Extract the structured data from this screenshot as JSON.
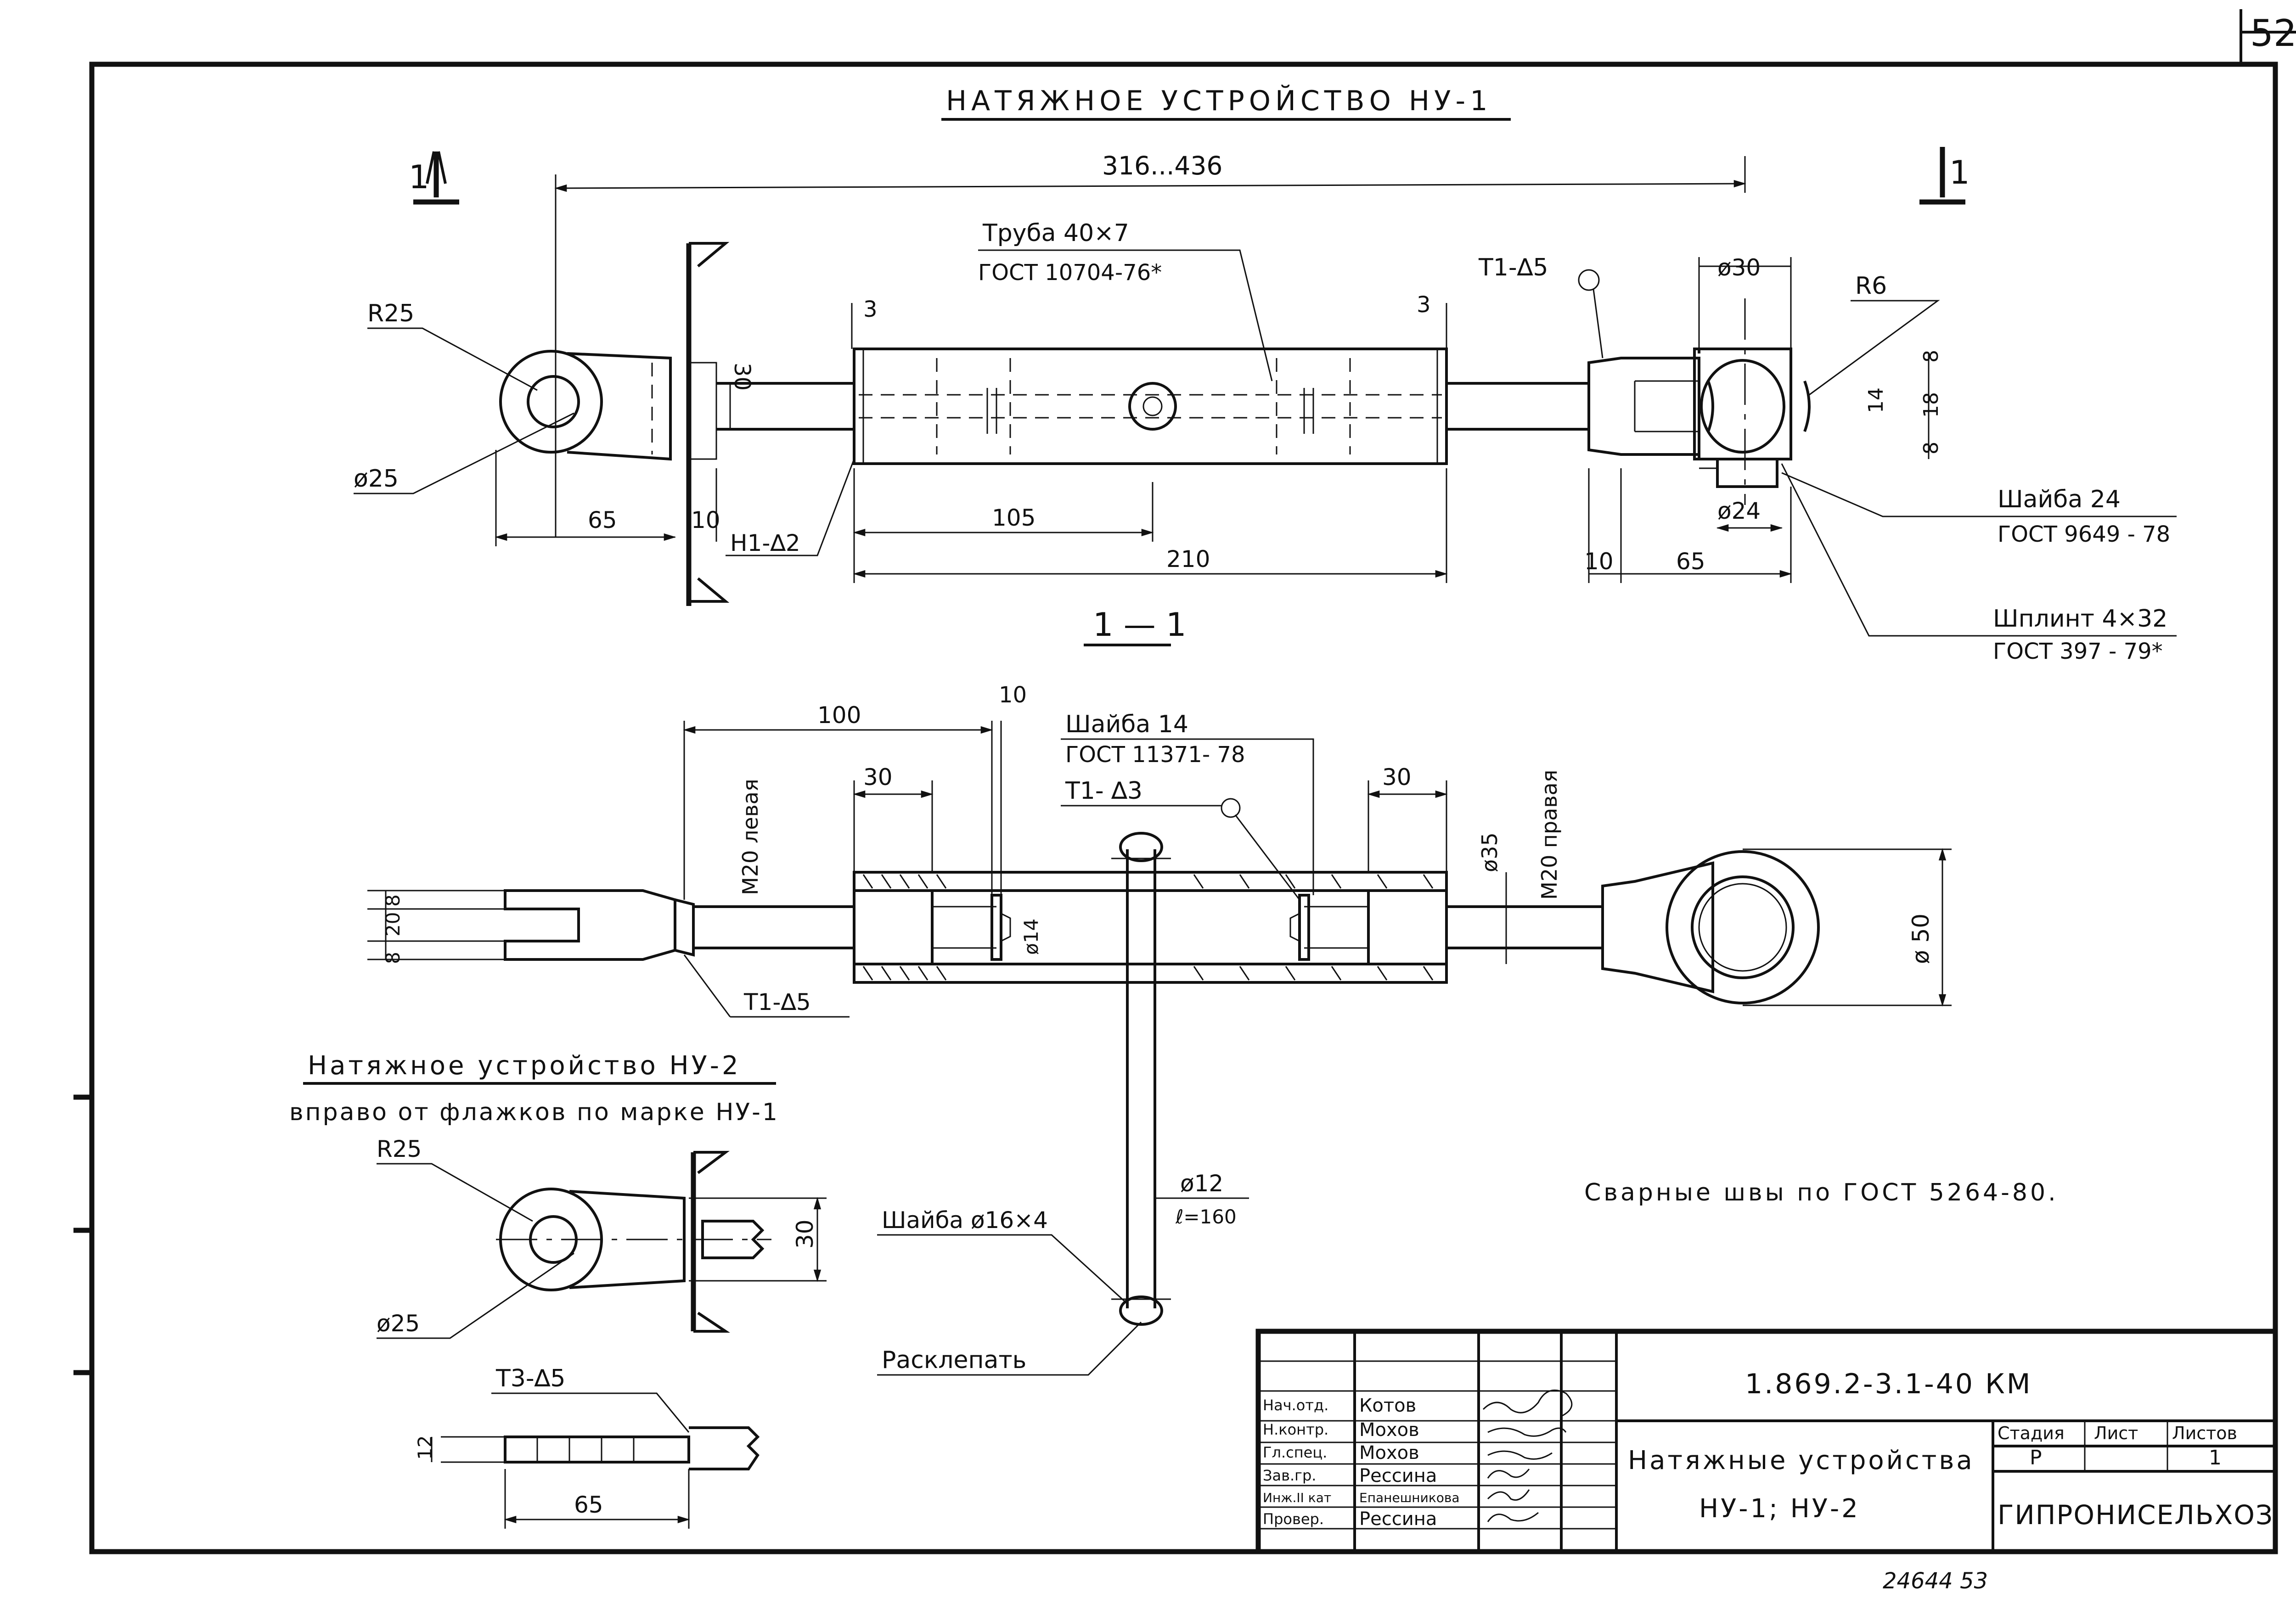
{
  "sheet": {
    "number": "52",
    "title_nu1": "НАТЯЖНОЕ УСТРОЙСТВО НУ-1",
    "section_mark": "1",
    "section_title": "1 — 1",
    "title_nu2": "Натяжное устройство НУ-2",
    "nu2_note": "вправо от флажков по марке НУ-1",
    "welds_note": "Сварные швы по ГОСТ 5264-80.",
    "bottom_stamp": "24644   53"
  },
  "dims": {
    "total": "316...436",
    "r25": "R25",
    "d25": "ø25",
    "d65": "65",
    "d10": "10",
    "d30": "30",
    "d3": "3",
    "d105": "105",
    "d210": "210",
    "d_phi30": "ø30",
    "r6": "R6",
    "d8": "8",
    "d18": "18",
    "d14": "14",
    "d_phi24": "ø24",
    "d100": "100",
    "d20": "20",
    "m20_left": "M20 левая",
    "m20_right": "M20 правая",
    "d_phi35": "ø35",
    "d_phi14": "ø14",
    "d_phi50": "ø 50",
    "d_phi12": "ø12",
    "l160": "ℓ=160",
    "d12": "12"
  },
  "callouts": {
    "pipe": "Труба 40×7",
    "pipe_gost": "ГОСТ 10704-76*",
    "weld_t1_5": "Т1-∆5",
    "weld_h1_2": "Н1-∆2",
    "washer24": "Шайба 24",
    "washer24_gost": "ГОСТ 9649 - 78",
    "pin": "Шплинт 4×32",
    "pin_gost": "ГОСТ 397 - 79*",
    "washer14": "Шайба 14",
    "washer14_gost": "ГОСТ 11371- 78",
    "weld_t1_3": "Т1- ∆3",
    "washer16": "Шайба ø16×4",
    "rivet": "Расклепать",
    "weld_t3_5": "Т3-∆5"
  },
  "title_block": {
    "code": "1.869.2-3.1-40 КМ",
    "name_line1": "Натяжные устройства",
    "name_line2": "НУ-1;  НУ-2",
    "col_stage": "Стадия",
    "col_sheet": "Лист",
    "col_sheets": "Листов",
    "stage": "Р",
    "sheets": "1",
    "org": "ГИПРОНИСЕЛЬХОЗ",
    "people": [
      {
        "role": "Нач.отд.",
        "name": "Котов"
      },
      {
        "role": "Н.контр.",
        "name": "Мохов"
      },
      {
        "role": "Гл.спец.",
        "name": "Мохов"
      },
      {
        "role": "Зав.гр.",
        "name": "Рессина"
      },
      {
        "role": "Инж.II кат",
        "name": "Епанешникова"
      },
      {
        "role": "Провер.",
        "name": "Рессина"
      }
    ]
  }
}
